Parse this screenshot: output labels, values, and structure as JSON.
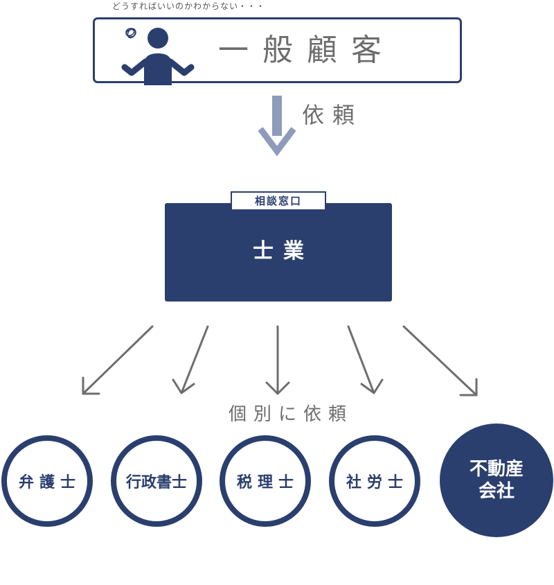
{
  "caption_top": "どうすればいいのかわからない・・・",
  "client": {
    "label": "一般顧客",
    "icon": "confused-person-icon"
  },
  "request_label": "依頼",
  "hub": {
    "tab_label": "相談窓口",
    "label": "士業"
  },
  "individual_request_label": "個別に依頼",
  "professionals": [
    {
      "label": "弁護士",
      "style": "outline"
    },
    {
      "label": "行政書士",
      "style": "outline"
    },
    {
      "label": "税理士",
      "style": "outline"
    },
    {
      "label": "社労士",
      "style": "outline"
    },
    {
      "label": "不動産\n会社",
      "style": "filled"
    }
  ],
  "colors": {
    "navy": "#2a3f6e",
    "arrow_main": "#8e9bbb",
    "arrow_gray": "#6d6d6d",
    "text_gray": "#6d6d6d"
  }
}
